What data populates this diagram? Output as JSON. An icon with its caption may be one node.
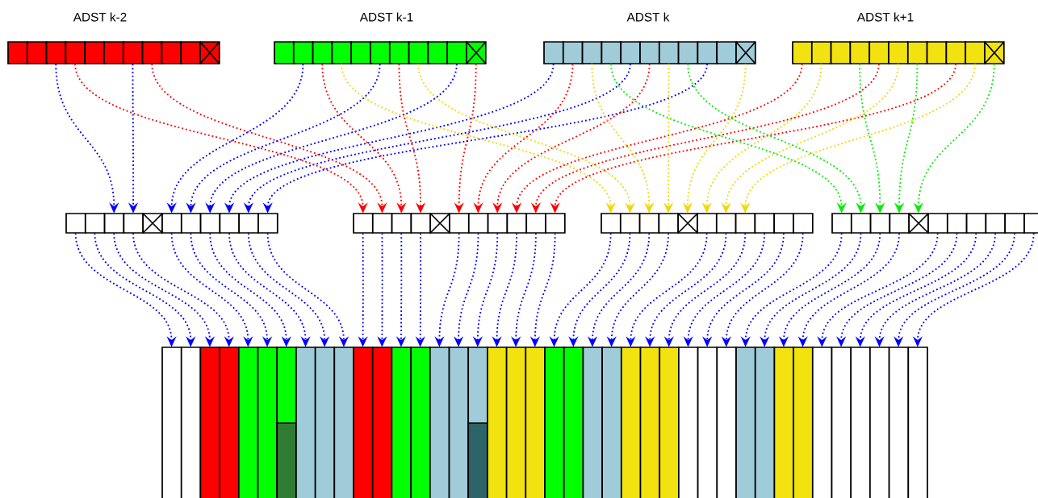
{
  "diagram": {
    "nodes": [
      {
        "text": [
          "ADST k-2"
        ]
      },
      {
        "text": [
          "ADST k-1"
        ]
      },
      {
        "text": [
          "ADST k"
        ]
      },
      {
        "text": [
          "ADST k+1"
        ]
      },
      {
        "text": [],
        "shape": "bar"
      },
      {
        "text": [],
        "shape": "bar"
      },
      {
        "text": [],
        "shape": "bar"
      },
      {
        "text": [],
        "shape": "bar"
      },
      {
        "text": [],
        "shape": "bar"
      }
    ],
    "edges": [
      {
        "from": 0,
        "to": 4,
        "arrow": "to"
      },
      {
        "from": 0,
        "to": 4,
        "arrow": "to"
      },
      {
        "from": 1,
        "to": 4,
        "arrow": "to"
      },
      {
        "from": 1,
        "to": 4,
        "arrow": "to"
      },
      {
        "from": 1,
        "to": 4,
        "arrow": "to"
      },
      {
        "from": 2,
        "to": 4,
        "arrow": "to"
      },
      {
        "from": 2,
        "to": 4,
        "arrow": "to"
      },
      {
        "from": 2,
        "to": 4,
        "arrow": "to"
      },
      {
        "from": 0,
        "to": 5,
        "arrow": "to",
        "color": "#ff0000"
      },
      {
        "from": 0,
        "to": 5,
        "arrow": "to",
        "color": "#ff0000"
      },
      {
        "from": 1,
        "to": 5,
        "arrow": "to",
        "color": "#ff0000"
      },
      {
        "from": 1,
        "to": 5,
        "arrow": "to",
        "color": "#ff0000"
      },
      {
        "from": 1,
        "to": 5,
        "arrow": "to",
        "color": "#ff0000"
      },
      {
        "from": 2,
        "to": 5,
        "arrow": "to",
        "color": "#ff0000"
      },
      {
        "from": 2,
        "to": 5,
        "arrow": "to",
        "color": "#ff0000"
      },
      {
        "from": 3,
        "to": 5,
        "arrow": "to",
        "color": "#ff0000"
      },
      {
        "from": 3,
        "to": 5,
        "arrow": "to",
        "color": "#ff0000"
      },
      {
        "from": 3,
        "to": 5,
        "arrow": "to",
        "color": "#ff0000"
      },
      {
        "from": 1,
        "to": 6,
        "arrow": "to",
        "color": "#f0d800"
      },
      {
        "from": 1,
        "to": 6,
        "arrow": "to",
        "color": "#f0d800"
      },
      {
        "from": 2,
        "to": 6,
        "arrow": "to",
        "color": "#f0d800"
      },
      {
        "from": 2,
        "to": 6,
        "arrow": "to",
        "color": "#f0d800"
      },
      {
        "from": 2,
        "to": 6,
        "arrow": "to",
        "color": "#f0d800"
      },
      {
        "from": 3,
        "to": 6,
        "arrow": "to",
        "color": "#f0d800"
      },
      {
        "from": 3,
        "to": 6,
        "arrow": "to",
        "color": "#f0d800"
      },
      {
        "from": 3,
        "to": 6,
        "arrow": "to",
        "color": "#f0d800"
      },
      {
        "from": 2,
        "to": 7,
        "arrow": "to",
        "color": "#00ee00"
      },
      {
        "from": 2,
        "to": 7,
        "arrow": "to",
        "color": "#00ee00"
      },
      {
        "from": 3,
        "to": 7,
        "arrow": "to",
        "color": "#00ee00"
      },
      {
        "from": 3,
        "to": 7,
        "arrow": "to",
        "color": "#00ee00"
      },
      {
        "from": 3,
        "to": 7,
        "arrow": "to",
        "color": "#00ee00"
      },
      {
        "from": 4,
        "to": 8,
        "arrow": "to"
      },
      {
        "from": 4,
        "to": 8,
        "arrow": "to"
      },
      {
        "from": 4,
        "to": 8,
        "arrow": "to"
      },
      {
        "from": 4,
        "to": 8,
        "arrow": "to"
      },
      {
        "from": 4,
        "to": 8,
        "arrow": "to"
      },
      {
        "from": 4,
        "to": 8,
        "arrow": "to"
      },
      {
        "from": 4,
        "to": 8,
        "arrow": "to"
      },
      {
        "from": 4,
        "to": 8,
        "arrow": "to"
      },
      {
        "from": 4,
        "to": 8,
        "arrow": "to"
      },
      {
        "from": 4,
        "to": 8,
        "arrow": "to"
      },
      {
        "from": 5,
        "to": 8,
        "arrow": "to"
      },
      {
        "from": 5,
        "to": 8,
        "arrow": "to"
      },
      {
        "from": 5,
        "to": 8,
        "arrow": "to"
      },
      {
        "from": 5,
        "to": 8,
        "arrow": "to"
      },
      {
        "from": 5,
        "to": 8,
        "arrow": "to"
      },
      {
        "from": 5,
        "to": 8,
        "arrow": "to"
      },
      {
        "from": 5,
        "to": 8,
        "arrow": "to"
      },
      {
        "from": 5,
        "to": 8,
        "arrow": "to"
      },
      {
        "from": 5,
        "to": 8,
        "arrow": "to"
      },
      {
        "from": 5,
        "to": 8,
        "arrow": "to"
      },
      {
        "from": 6,
        "to": 8,
        "arrow": "to"
      },
      {
        "from": 6,
        "to": 8,
        "arrow": "to"
      },
      {
        "from": 6,
        "to": 8,
        "arrow": "to"
      },
      {
        "from": 6,
        "to": 8,
        "arrow": "to"
      },
      {
        "from": 6,
        "to": 8,
        "arrow": "to"
      },
      {
        "from": 6,
        "to": 8,
        "arrow": "to"
      },
      {
        "from": 6,
        "to": 8,
        "arrow": "to"
      },
      {
        "from": 6,
        "to": 8,
        "arrow": "to"
      },
      {
        "from": 6,
        "to": 8,
        "arrow": "to"
      },
      {
        "from": 6,
        "to": 8,
        "arrow": "to"
      },
      {
        "from": 7,
        "to": 8,
        "arrow": "to"
      },
      {
        "from": 7,
        "to": 8,
        "arrow": "to"
      },
      {
        "from": 7,
        "to": 8,
        "arrow": "to"
      },
      {
        "from": 7,
        "to": 8,
        "arrow": "to"
      },
      {
        "from": 7,
        "to": 8,
        "arrow": "to"
      },
      {
        "from": 7,
        "to": 8,
        "arrow": "to"
      },
      {
        "from": 7,
        "to": 8,
        "arrow": "to"
      },
      {
        "from": 7,
        "to": 8,
        "arrow": "to"
      },
      {
        "from": 7,
        "to": 8,
        "arrow": "to"
      },
      {
        "from": 7,
        "to": 8,
        "arrow": "to"
      }
    ]
  }
}
